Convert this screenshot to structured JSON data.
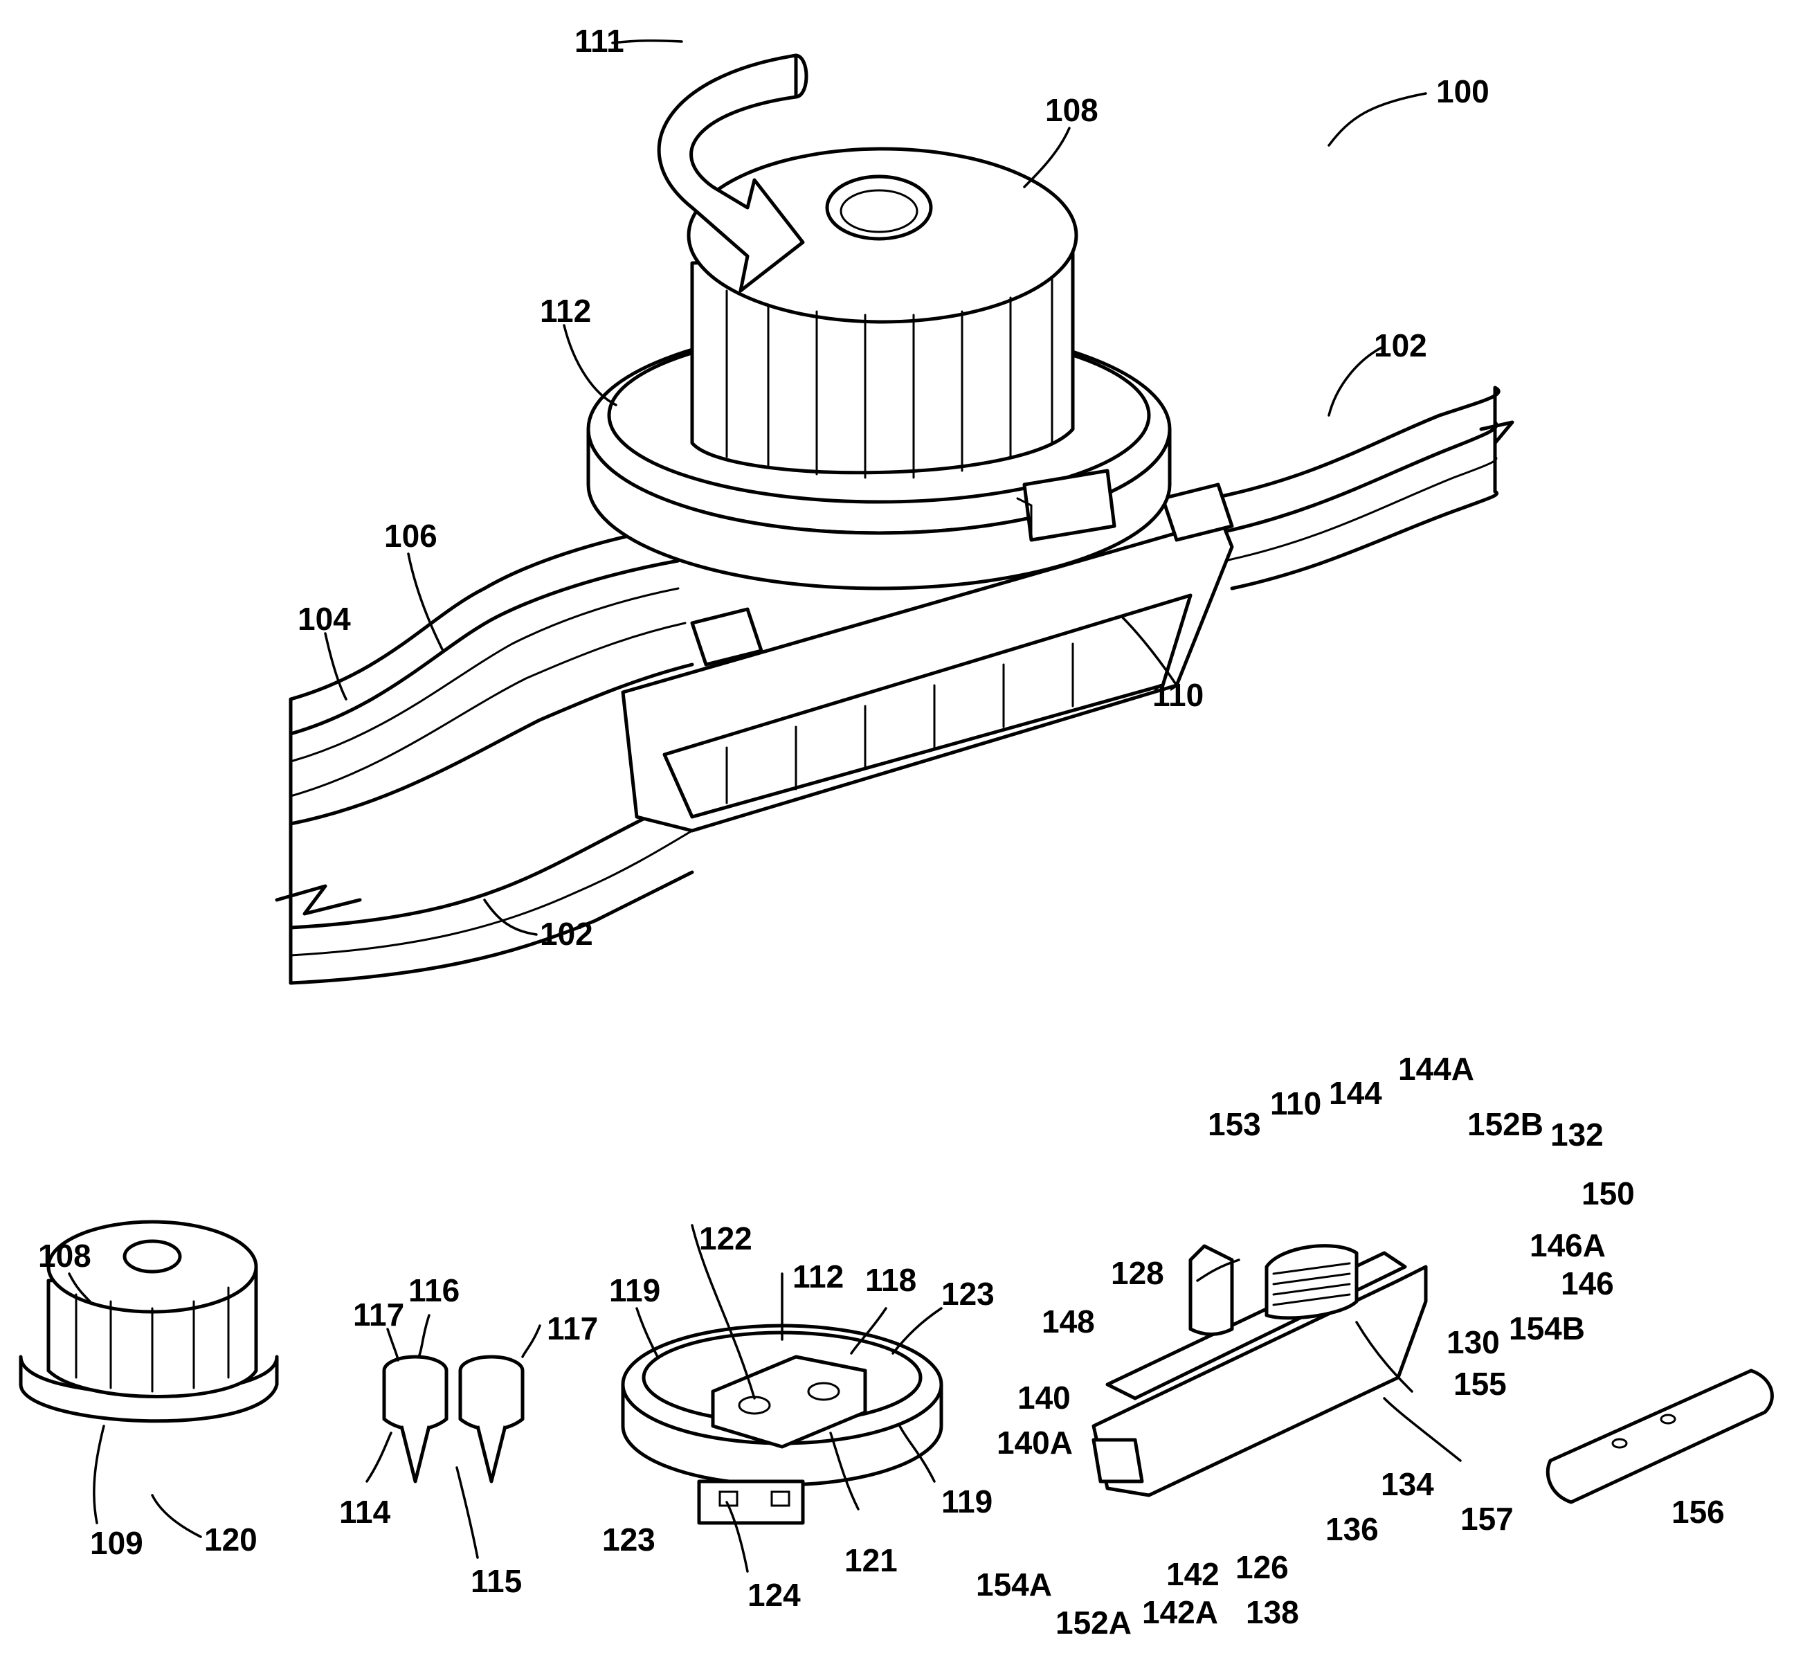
{
  "figure": {
    "ink_color": "#000000",
    "background_color": "#ffffff",
    "labels": [
      "111",
      "100",
      "108",
      "112",
      "102",
      "106",
      "104",
      "110",
      "102",
      "108",
      "109",
      "120",
      "116",
      "117",
      "117",
      "114",
      "115",
      "122",
      "112",
      "118",
      "119",
      "123",
      "123",
      "119",
      "121",
      "123",
      "124",
      "153",
      "110",
      "144",
      "144A",
      "152B",
      "132",
      "150",
      "146A",
      "146",
      "154B",
      "128",
      "148",
      "130",
      "155",
      "140",
      "140A",
      "134",
      "157",
      "136",
      "126",
      "154A",
      "152A",
      "142",
      "142A",
      "138",
      "156"
    ]
  }
}
